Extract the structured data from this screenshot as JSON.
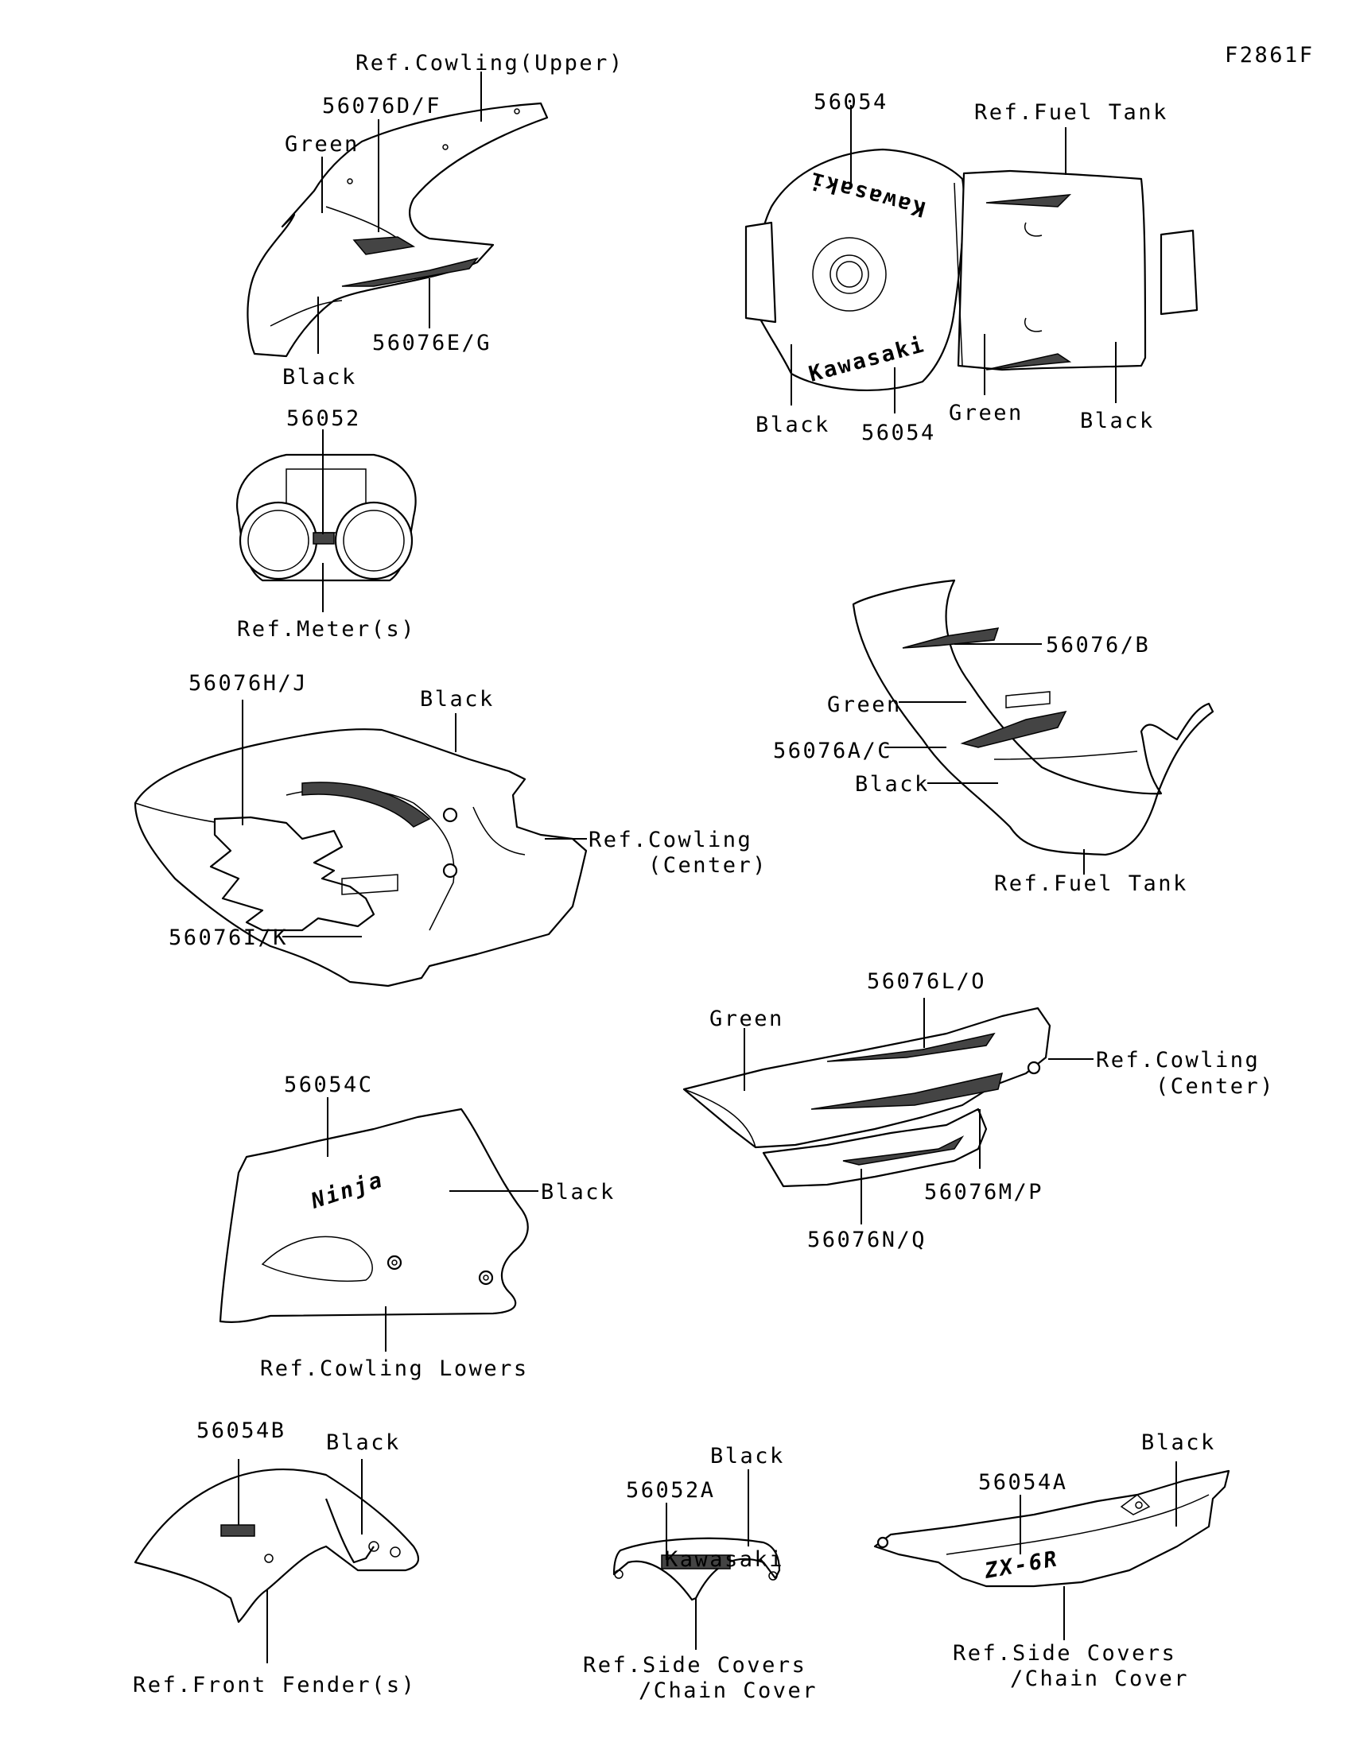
{
  "figure_code": "F2861F",
  "labels": {
    "cowl_upper_ref": "Ref.Cowling(Upper)",
    "cowl_upper_p1": "56076D/F",
    "cowl_upper_green": "Green",
    "cowl_upper_black": "Black",
    "cowl_upper_p2": "56076E/G",
    "meter_part": "56052",
    "meter_ref": "Ref.Meter(s)",
    "tank_top_p1": "56054",
    "tank_top_ref": "Ref.Fuel Tank",
    "tank_top_black1": "Black",
    "tank_top_p2": "56054",
    "tank_top_green": "Green",
    "tank_top_black2": "Black",
    "tank_side_p1": "56076/B",
    "tank_side_green": "Green",
    "tank_side_p2": "56076A/C",
    "tank_side_black": "Black",
    "tank_side_ref": "Ref.Fuel Tank",
    "cowl_center_p1": "56076H/J",
    "cowl_center_black": "Black",
    "cowl_center_ref1": "Ref.Cowling",
    "cowl_center_ref2": "(Center)",
    "cowl_center_p2": "56076I/K",
    "cowl_center2_p1": "56076L/O",
    "cowl_center2_green": "Green",
    "cowl_center2_ref1": "Ref.Cowling",
    "cowl_center2_ref2": "(Center)",
    "cowl_center2_p2": "56076M/P",
    "cowl_center2_p3": "56076N/Q",
    "cowl_lower_p1": "56054C",
    "cowl_lower_black": "Black",
    "cowl_lower_ref": "Ref.Cowling Lowers",
    "fender_p1": "56054B",
    "fender_black": "Black",
    "fender_ref": "Ref.Front Fender(s)",
    "side_cover_p1": "56052A",
    "side_cover_black": "Black",
    "side_cover_ref1": "Ref.Side Covers",
    "side_cover_ref2": "/Chain Cover",
    "chain_cover_p1": "56054A",
    "chain_cover_black": "Black",
    "chain_cover_ref1": "Ref.Side Covers",
    "chain_cover_ref2": "/Chain Cover"
  },
  "decal_marks": {
    "tank_logo": "Kawasaki",
    "cowl_logo": "Ninja",
    "side_cover_logo": "Kawasaki",
    "chain_cover_logo": "ZX-6R"
  }
}
